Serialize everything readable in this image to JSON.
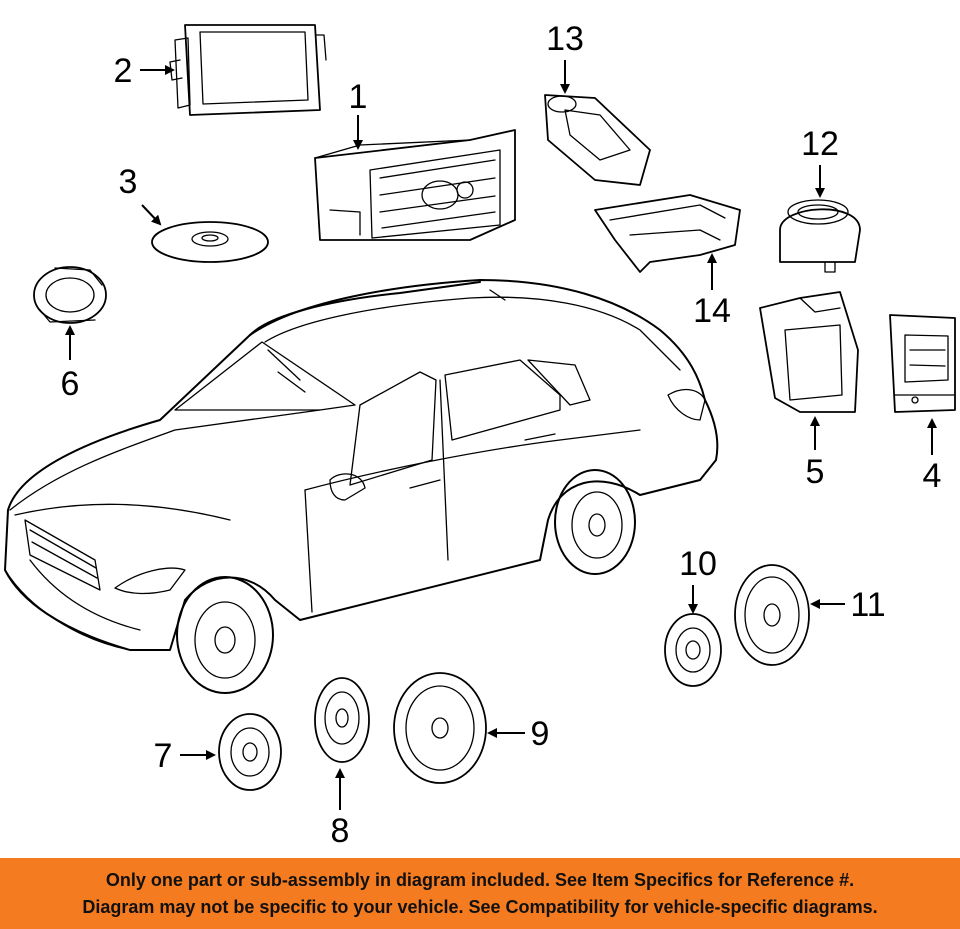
{
  "diagram": {
    "callouts": [
      "1",
      "2",
      "3",
      "4",
      "5",
      "6",
      "7",
      "8",
      "9",
      "10",
      "11",
      "12",
      "13",
      "14"
    ]
  },
  "footer": {
    "line1": "Only one part or sub-assembly in diagram included. See Item Specifics for Reference #.",
    "line2": "Diagram may not be specific to your vehicle. See Compatibility for vehicle-specific diagrams."
  },
  "colors": {
    "footer_background": "#f47b20",
    "line": "#000000",
    "background": "#ffffff"
  }
}
